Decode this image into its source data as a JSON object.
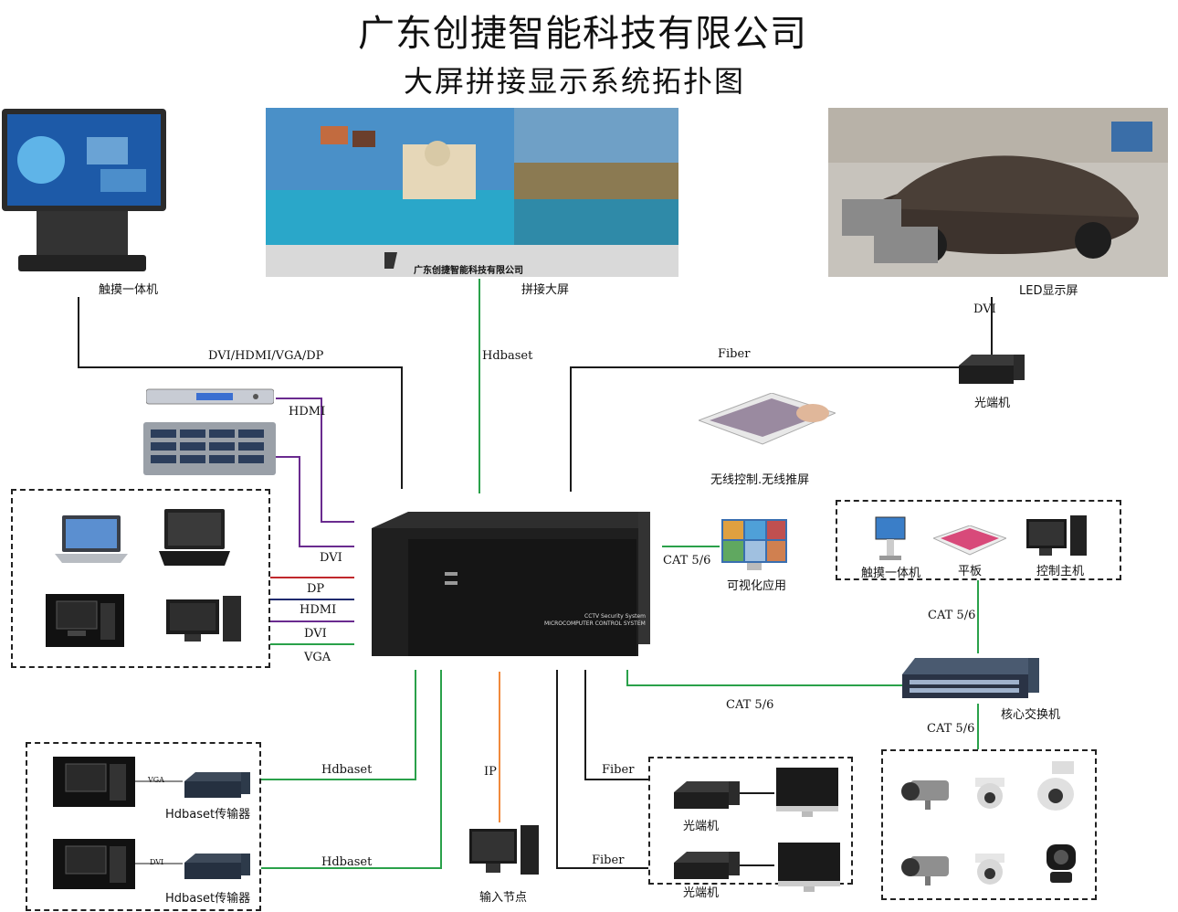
{
  "header": {
    "title": "广东创捷智能科技有限公司",
    "subtitle": "大屏拼接显示系统拓扑图"
  },
  "top_devices": {
    "touch_kiosk": "触摸一体机",
    "video_wall": "拼接大屏",
    "video_wall_logo_text": "广东创捷智能科技有限公司",
    "led_screen": "LED显示屏"
  },
  "links": {
    "dvi_hdmi_vga_dp": "DVI/HDMI/VGA/DP",
    "hdbaset_top": "Hdbaset",
    "fiber_top": "Fiber",
    "dvi_led": "DVI",
    "hdmi_player": "HDMI",
    "dvi_pc": "DVI",
    "dp_pc": "DP",
    "hdmi_pc": "HDMI",
    "dvi_pc2": "DVI",
    "vga_pc": "VGA",
    "cat_visual": "CAT 5/6",
    "cat_control": "CAT 5/6",
    "cat_core": "CAT 5/6",
    "cat_camera": "CAT 5/6",
    "hdbaset_1": "Hdbaset",
    "hdbaset_2": "Hdbaset",
    "ip": "IP",
    "fiber_1": "Fiber",
    "fiber_2": "Fiber",
    "vga_small": "VGA",
    "dvi_small": "DVI"
  },
  "right_devices": {
    "optical_top": "光端机",
    "wireless": "无线控制.无线推屏",
    "visual_app": "可视化应用",
    "touch_kiosk2": "触摸一体机",
    "tablet": "平板",
    "control_host": "控制主机",
    "core_switch": "核心交换机"
  },
  "bottom_devices": {
    "hdbaset_tx_1": "Hdbaset传输器",
    "hdbaset_tx_2": "Hdbaset传输器",
    "input_node": "输入节点",
    "optical_1": "光端机",
    "optical_2": "光端机"
  },
  "controller": {
    "line1": "CCTV Security System",
    "line2": "MICROCOMPUTER CONTROL SYSTEM"
  },
  "colors": {
    "green": "#2aa14a",
    "purple": "#6a2b8f",
    "red": "#c0282c",
    "navy": "#1f2a6e",
    "orange": "#f08a3c",
    "black": "#1a1a1a"
  }
}
